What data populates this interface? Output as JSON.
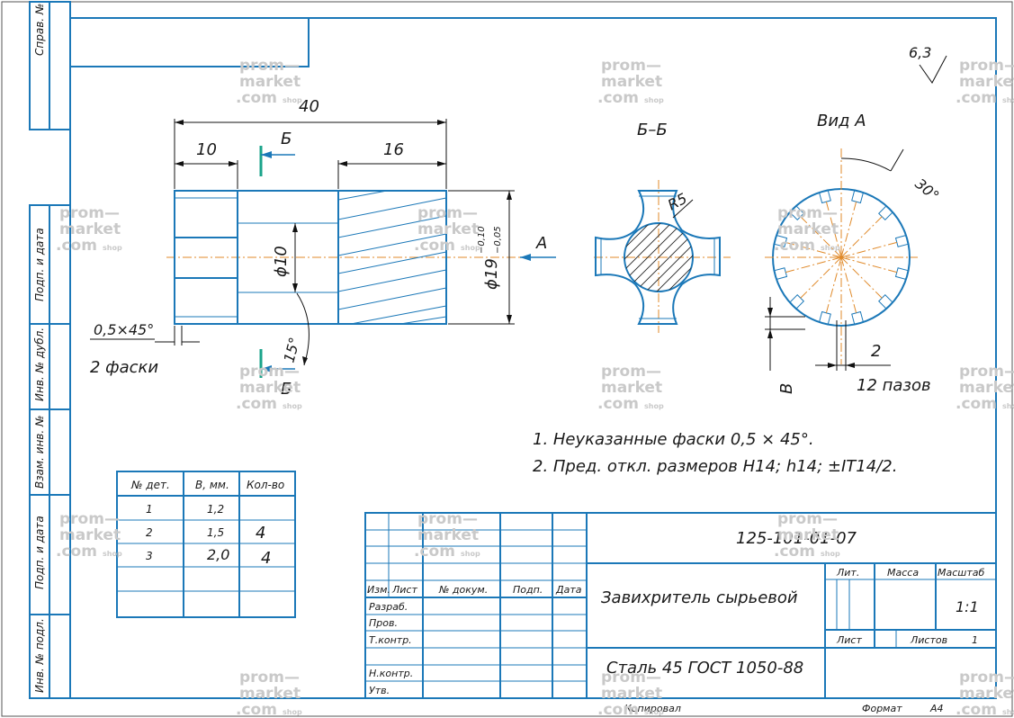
{
  "side_stamps": {
    "sprav": "Справ. №",
    "podp_data_1": "Подп. и дата",
    "inv_dubl": "Инв. № дубл.",
    "vzam_inv": "Взам. инв. №",
    "podp_data_2": "Подп. и дата",
    "inv_podl": "Инв. № подл."
  },
  "roughness": "6,3",
  "main_view": {
    "dim_total": "40",
    "dim_left": "10",
    "dim_right": "16",
    "dim_bore": "ϕ10",
    "dim_outer": "ϕ19",
    "dim_outer_tol": "−0,10",
    "dim_outer_tol2": "−0,05",
    "chamfer": "0,5×45°",
    "chamfer_note": "2 фаски",
    "angle": "15°",
    "section_letter_top": "Б",
    "section_letter_bottom": "Б",
    "view_arrow": "А"
  },
  "section_view": {
    "title": "Б–Б",
    "radius": "R5"
  },
  "view_a": {
    "title": "Вид А",
    "angle": "30°",
    "slot_width": "2",
    "slot_count": "12 пазов",
    "depth_label": "В"
  },
  "notes": [
    "1. Неуказанные фаски 0,5 × 45°.",
    "2. Пред. откл. размеров Н14; h14; ±IT14/2."
  ],
  "parts_table": {
    "headers": [
      "№ дет.",
      "В, мм.",
      "Кол-во"
    ],
    "rows": [
      {
        "num": "1",
        "b": "1,2",
        "qty": ""
      },
      {
        "num": "2",
        "b": "1,5",
        "qty": "4"
      },
      {
        "num": "3",
        "b": "2,0",
        "qty": "4"
      }
    ]
  },
  "title_block": {
    "designation": "125-101-01-07",
    "name": "Завихритель сырьевой",
    "material": "Сталь 45 ГОСТ 1050-88",
    "headers": {
      "izm": "Изм.",
      "list": "Лист",
      "n_dokum": "№ докум.",
      "podp": "Подп.",
      "data": "Дата",
      "lit": "Лит.",
      "massa": "Масса",
      "masshtab": "Масштаб",
      "sheet": "Лист",
      "sheets": "Листов"
    },
    "roles": [
      "Разраб.",
      "Пров.",
      "Т.контр.",
      "",
      "Н.контр.",
      "Утв."
    ],
    "scale": "1:1",
    "sheets_count": "1",
    "copied": "Копировал",
    "format_label": "Формат",
    "format": "А4"
  },
  "watermark": {
    "line1": "prom—",
    "line2": "market",
    "line3": ".com",
    "shop": "shop"
  }
}
